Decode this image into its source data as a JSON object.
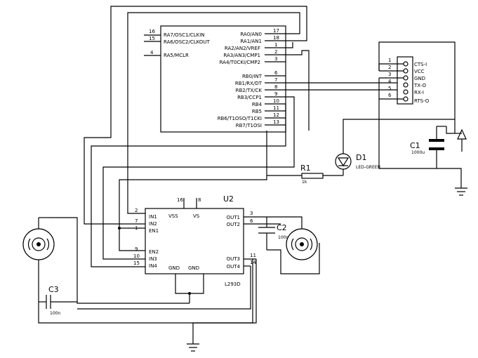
{
  "mcu": {
    "left_pins": [
      {
        "num": "16",
        "name": "RA7/OSC1/CLKIN"
      },
      {
        "num": "15",
        "name": "RA6/OSC2/CLKOUT"
      },
      {
        "num": "4",
        "name": "RA5/MCLR"
      }
    ],
    "right_pins": [
      {
        "num": "17",
        "name": "RA0/AN0"
      },
      {
        "num": "18",
        "name": "RA1/AN1"
      },
      {
        "num": "1",
        "name": "RA2/AN2/VREF"
      },
      {
        "num": "2",
        "name": "RA3/AN3/CMP1"
      },
      {
        "num": "3",
        "name": "RA4/T0CKI/CMP2"
      },
      {
        "num": "6",
        "name": "RB0/INT"
      },
      {
        "num": "7",
        "name": "RB1/RX/DT"
      },
      {
        "num": "8",
        "name": "RB2/TX/CK"
      },
      {
        "num": "9",
        "name": "RB3/CCP1"
      },
      {
        "num": "10",
        "name": "RB4"
      },
      {
        "num": "11",
        "name": "RB5"
      },
      {
        "num": "12",
        "name": "RB6/T1OSO/T1CKI"
      },
      {
        "num": "13",
        "name": "RB7/T1OSI"
      }
    ]
  },
  "connector": {
    "pins": [
      {
        "num": "1",
        "name": "CTS-I"
      },
      {
        "num": "2",
        "name": "VCC"
      },
      {
        "num": "3",
        "name": "GND"
      },
      {
        "num": "4",
        "name": "TX-O"
      },
      {
        "num": "5",
        "name": "RX-I"
      },
      {
        "num": "6",
        "name": "RTS-O"
      }
    ]
  },
  "driver": {
    "ref": "U2",
    "part": "L293D",
    "top_pins": [
      {
        "num": "16",
        "name": "VSS"
      },
      {
        "num": "8",
        "name": "VS"
      }
    ],
    "left_pins": [
      {
        "num": "2",
        "name": "IN1"
      },
      {
        "num": "7",
        "name": "IN2"
      },
      {
        "num": "1",
        "name": "EN1"
      },
      {
        "num": "9",
        "name": "EN2"
      },
      {
        "num": "10",
        "name": "IN3"
      },
      {
        "num": "15",
        "name": "IN4"
      }
    ],
    "right_pins": [
      {
        "num": "3",
        "name": "OUT1"
      },
      {
        "num": "6",
        "name": "OUT2"
      },
      {
        "num": "11",
        "name": "OUT3"
      },
      {
        "num": "14",
        "name": "OUT4"
      }
    ],
    "bottom_labels": [
      "GND",
      "GND"
    ]
  },
  "parts": {
    "c1": {
      "ref": "C1",
      "value": "1000u"
    },
    "c2": {
      "ref": "C2",
      "value": "100n"
    },
    "c3": {
      "ref": "C3",
      "value": "100n"
    },
    "r1": {
      "ref": "R1",
      "value": "1k"
    },
    "d1": {
      "ref": "D1",
      "value": "LED-GREEN"
    }
  }
}
